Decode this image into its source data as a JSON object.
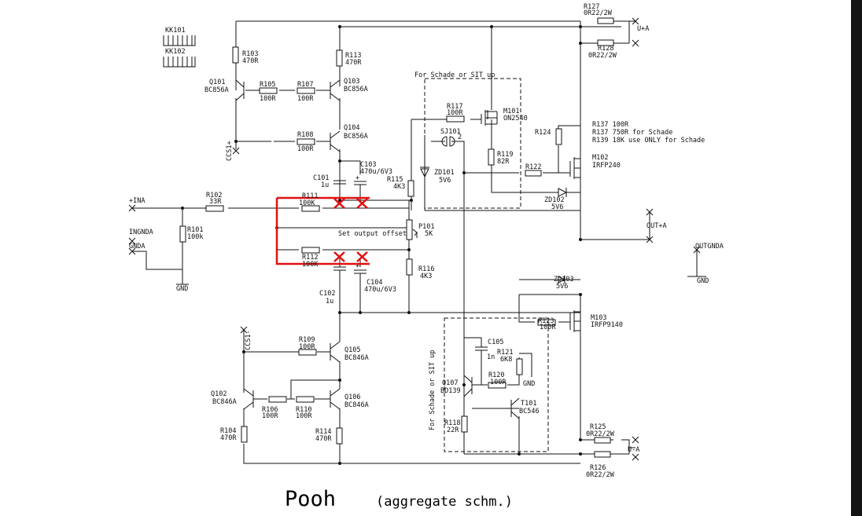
{
  "title": "Pooh",
  "subtitle": "(aggregate schm.)",
  "colors": {
    "wire": "#111111",
    "highlight_cut": "#e01010",
    "background": "#ffffff"
  },
  "heatsinks": [
    "KK101",
    "KK102"
  ],
  "notes": {
    "schade_top": "For Schade or SIT up",
    "schade_bottom": "For Schade or SIT up",
    "offset": "Set output offset",
    "r137_a": "R137 100R",
    "r137_b": "R137 750R for Schade",
    "r139": "R139 18K use ONLY for Schade"
  },
  "nets": {
    "ina": "+INA",
    "ingnda": "INGNDA",
    "gnda": "GNDA",
    "gnd": "GND",
    "ccs1p": "CCS1+",
    "ccs1m": "CCS1-",
    "upa": "U+A",
    "uma": "U-A",
    "outpa": "OUT+A",
    "outgnda": "OUTGNDA",
    "gnd_out": "GND",
    "gnd_sch": "GND",
    "sj_pin": "2"
  },
  "parts": {
    "r127": {
      "ref": "R127",
      "val": "0R22/2W"
    },
    "r128": {
      "ref": "R128",
      "val": "0R22/2W"
    },
    "r125": {
      "ref": "R125",
      "val": "0R22/2W"
    },
    "r126": {
      "ref": "R126",
      "val": "0R22/2W"
    },
    "r103": {
      "ref": "R103",
      "val": "470R"
    },
    "r113": {
      "ref": "R113",
      "val": "470R"
    },
    "q101": {
      "ref": "Q101",
      "val": "BC856A"
    },
    "r105": {
      "ref": "R105",
      "val": "100R"
    },
    "r107": {
      "ref": "R107",
      "val": "100R"
    },
    "q103": {
      "ref": "Q103",
      "val": "BC856A"
    },
    "r108": {
      "ref": "R108",
      "val": "100R"
    },
    "q104": {
      "ref": "Q104",
      "val": "BC856A"
    },
    "r117": {
      "ref": "R117",
      "val": "100R"
    },
    "m101": {
      "ref": "M101",
      "val": "ON2540"
    },
    "sj101": {
      "ref": "SJ101"
    },
    "r119": {
      "ref": "R119",
      "val": "82R"
    },
    "zd101": {
      "ref": "ZD101",
      "val": "5V6"
    },
    "r122": {
      "ref": "R122"
    },
    "r124": {
      "ref": "R124"
    },
    "m102": {
      "ref": "M102",
      "val": "IRFP240"
    },
    "zd102": {
      "ref": "ZD102",
      "val": "5V6"
    },
    "c101": {
      "ref": "C101",
      "val": "1u"
    },
    "c103": {
      "ref": "C103",
      "val": "470u/6V3"
    },
    "r115": {
      "ref": "R115",
      "val": "4K3"
    },
    "r102": {
      "ref": "R102",
      "val": "33R"
    },
    "r101": {
      "ref": "R101",
      "val": "100k"
    },
    "r111": {
      "ref": "R111",
      "val": "100K"
    },
    "p101": {
      "ref": "P101",
      "val": "5K"
    },
    "r112": {
      "ref": "R112",
      "val": "100K"
    },
    "r116": {
      "ref": "R116",
      "val": "4K3"
    },
    "c102": {
      "ref": "C102",
      "val": "1u"
    },
    "c104": {
      "ref": "C104",
      "val": "470u/6V3"
    },
    "zd103": {
      "ref": "ZD103",
      "val": "5V6"
    },
    "r123": {
      "ref": "R123",
      "val": "100R"
    },
    "m103": {
      "ref": "M103",
      "val": "IRFP9140"
    },
    "c105": {
      "ref": "C105",
      "val": "1n"
    },
    "r121": {
      "ref": "R121",
      "val": "6K8"
    },
    "r109": {
      "ref": "R109",
      "val": "100R"
    },
    "q105": {
      "ref": "Q105",
      "val": "BC846A"
    },
    "q107": {
      "ref": "Q107",
      "val": "BD139"
    },
    "r120": {
      "ref": "R120",
      "val": "100R"
    },
    "t101": {
      "ref": "T101",
      "val": "BC546"
    },
    "q102": {
      "ref": "Q102",
      "val": "BC846A"
    },
    "r106": {
      "ref": "R106",
      "val": "100R"
    },
    "r110": {
      "ref": "R110",
      "val": "100R"
    },
    "q106": {
      "ref": "Q106",
      "val": "BC846A"
    },
    "r118": {
      "ref": "R118",
      "val": "22R"
    },
    "r104": {
      "ref": "R104",
      "val": "470R"
    },
    "r114": {
      "ref": "R114",
      "val": "470R"
    }
  }
}
